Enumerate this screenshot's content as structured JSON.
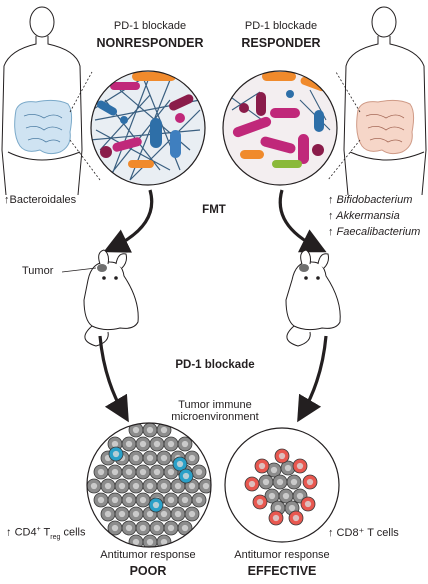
{
  "left": {
    "subtitle": "PD-1 blockade",
    "title": "NONRESPONDER",
    "bacteria": "↑Bacteroidales",
    "cells_arrow": "↑",
    "cells_prefix": "CD4",
    "cells_sup": "+",
    "cells_T": "T",
    "cells_sub": "reg",
    "cells_suffix": " cells",
    "response_label": "Antitumor response",
    "response_value": "POOR"
  },
  "right": {
    "subtitle": "PD-1 blockade",
    "title": "RESPONDER",
    "bacteria": [
      "↑ Bifidobacterium",
      "↑ Akkermansia",
      "↑ Faecalibacterium"
    ],
    "cells": "↑ CD8⁺ T cells",
    "response_label": "Antitumor response",
    "response_value": "EFFECTIVE"
  },
  "center": {
    "fmt": "FMT",
    "pd1": "PD-1 blockade",
    "tme_line1": "Tumor immune",
    "tme_line2": "microenvironment"
  },
  "tumor_label": "Tumor",
  "colors": {
    "gut_left": "#cfe3f2",
    "gut_right": "#f6d6c8",
    "cell_gray": "#8c8c8c",
    "treg_blue": "#2aa0c8",
    "cd8_red": "#e8574f",
    "bacteria_orange": "#f08a2c",
    "bacteria_magenta": "#c0287a",
    "bacteria_blue": "#2e6fa8"
  }
}
